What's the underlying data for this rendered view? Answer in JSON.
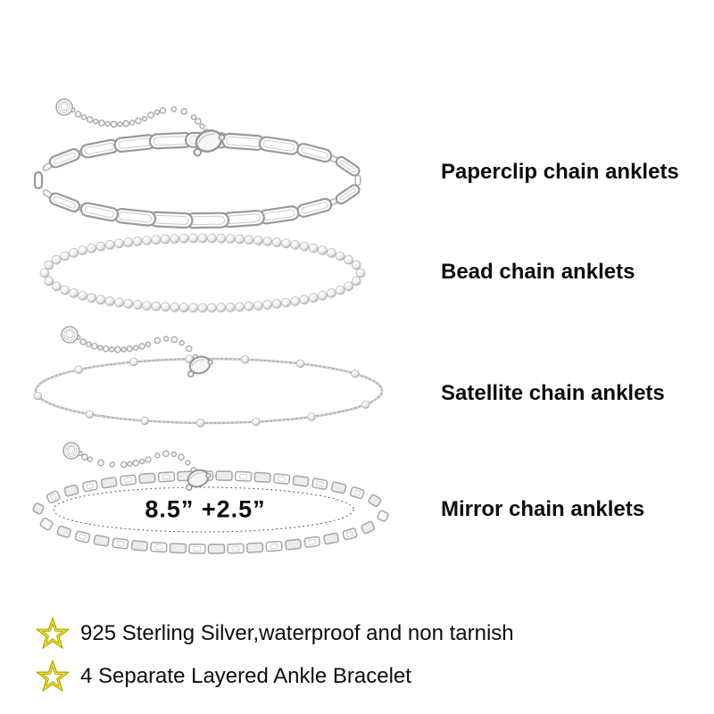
{
  "products": [
    {
      "label": "Paperclip chain anklets"
    },
    {
      "label": "Bead chain anklets"
    },
    {
      "label": "Satellite chain anklets"
    },
    {
      "label": "Mirror chain anklets"
    }
  ],
  "size_annotation": {
    "text": "8.5” +2.5”"
  },
  "features": [
    {
      "icon": "star-icon",
      "text": "925 Sterling Silver,waterproof and non tarnish"
    },
    {
      "icon": "star-icon",
      "text": "4 Separate Layered Ankle Bracelet"
    }
  ],
  "colors": {
    "text": "#0d0d0d",
    "silver_outline": "#9a9a9a",
    "silver_mid": "#b5b5b5",
    "silver_pale": "#d4d4d4",
    "star_yellow": "#f2e51c",
    "star_edge": "#a89b00",
    "star_inner": "#ffffff"
  }
}
